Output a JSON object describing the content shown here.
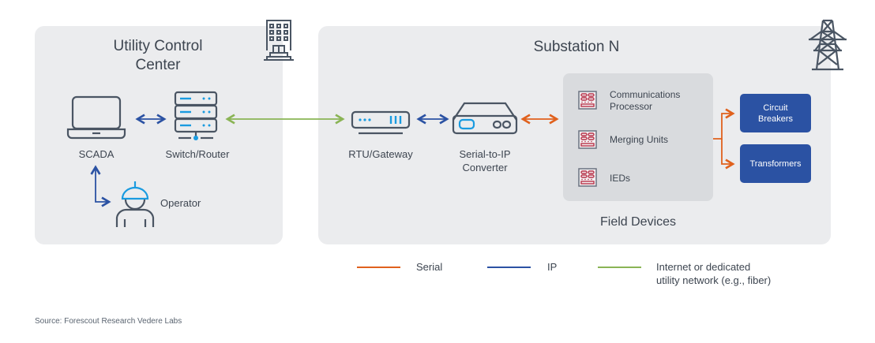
{
  "utility_center": {
    "title_line1": "Utility Control",
    "title_line2": "Center",
    "scada_label": "SCADA",
    "switch_label": "Switch/Router",
    "operator_label": "Operator"
  },
  "substation": {
    "title": "Substation N",
    "rtu_label": "RTU/Gateway",
    "converter_label_line1": "Serial-to-IP",
    "converter_label_line2": "Converter",
    "field_devices": {
      "title": "Field Devices",
      "items": [
        {
          "line1": "Communications",
          "line2": "Processor"
        },
        {
          "line1": "Merging Units",
          "line2": ""
        },
        {
          "line1": "IEDs",
          "line2": ""
        }
      ]
    },
    "outputs": [
      {
        "line1": "Circuit",
        "line2": "Breakers"
      },
      {
        "line1": "Transformers",
        "line2": ""
      }
    ]
  },
  "legend": [
    {
      "label": "Serial",
      "color": "#e0611d"
    },
    {
      "label": "IP",
      "color": "#2b52a3"
    },
    {
      "label_line1": "Internet or dedicated",
      "label_line2": "utility network (e.g., fiber)",
      "color": "#8ab455"
    }
  ],
  "colors": {
    "serial": "#e0611d",
    "ip": "#2b52a3",
    "internet": "#8ab455",
    "icon_gray": "#4a5563",
    "icon_accent": "#1a9be0",
    "device_red": "#b8344a"
  },
  "source": "Source: Forescout Research Vedere Labs"
}
